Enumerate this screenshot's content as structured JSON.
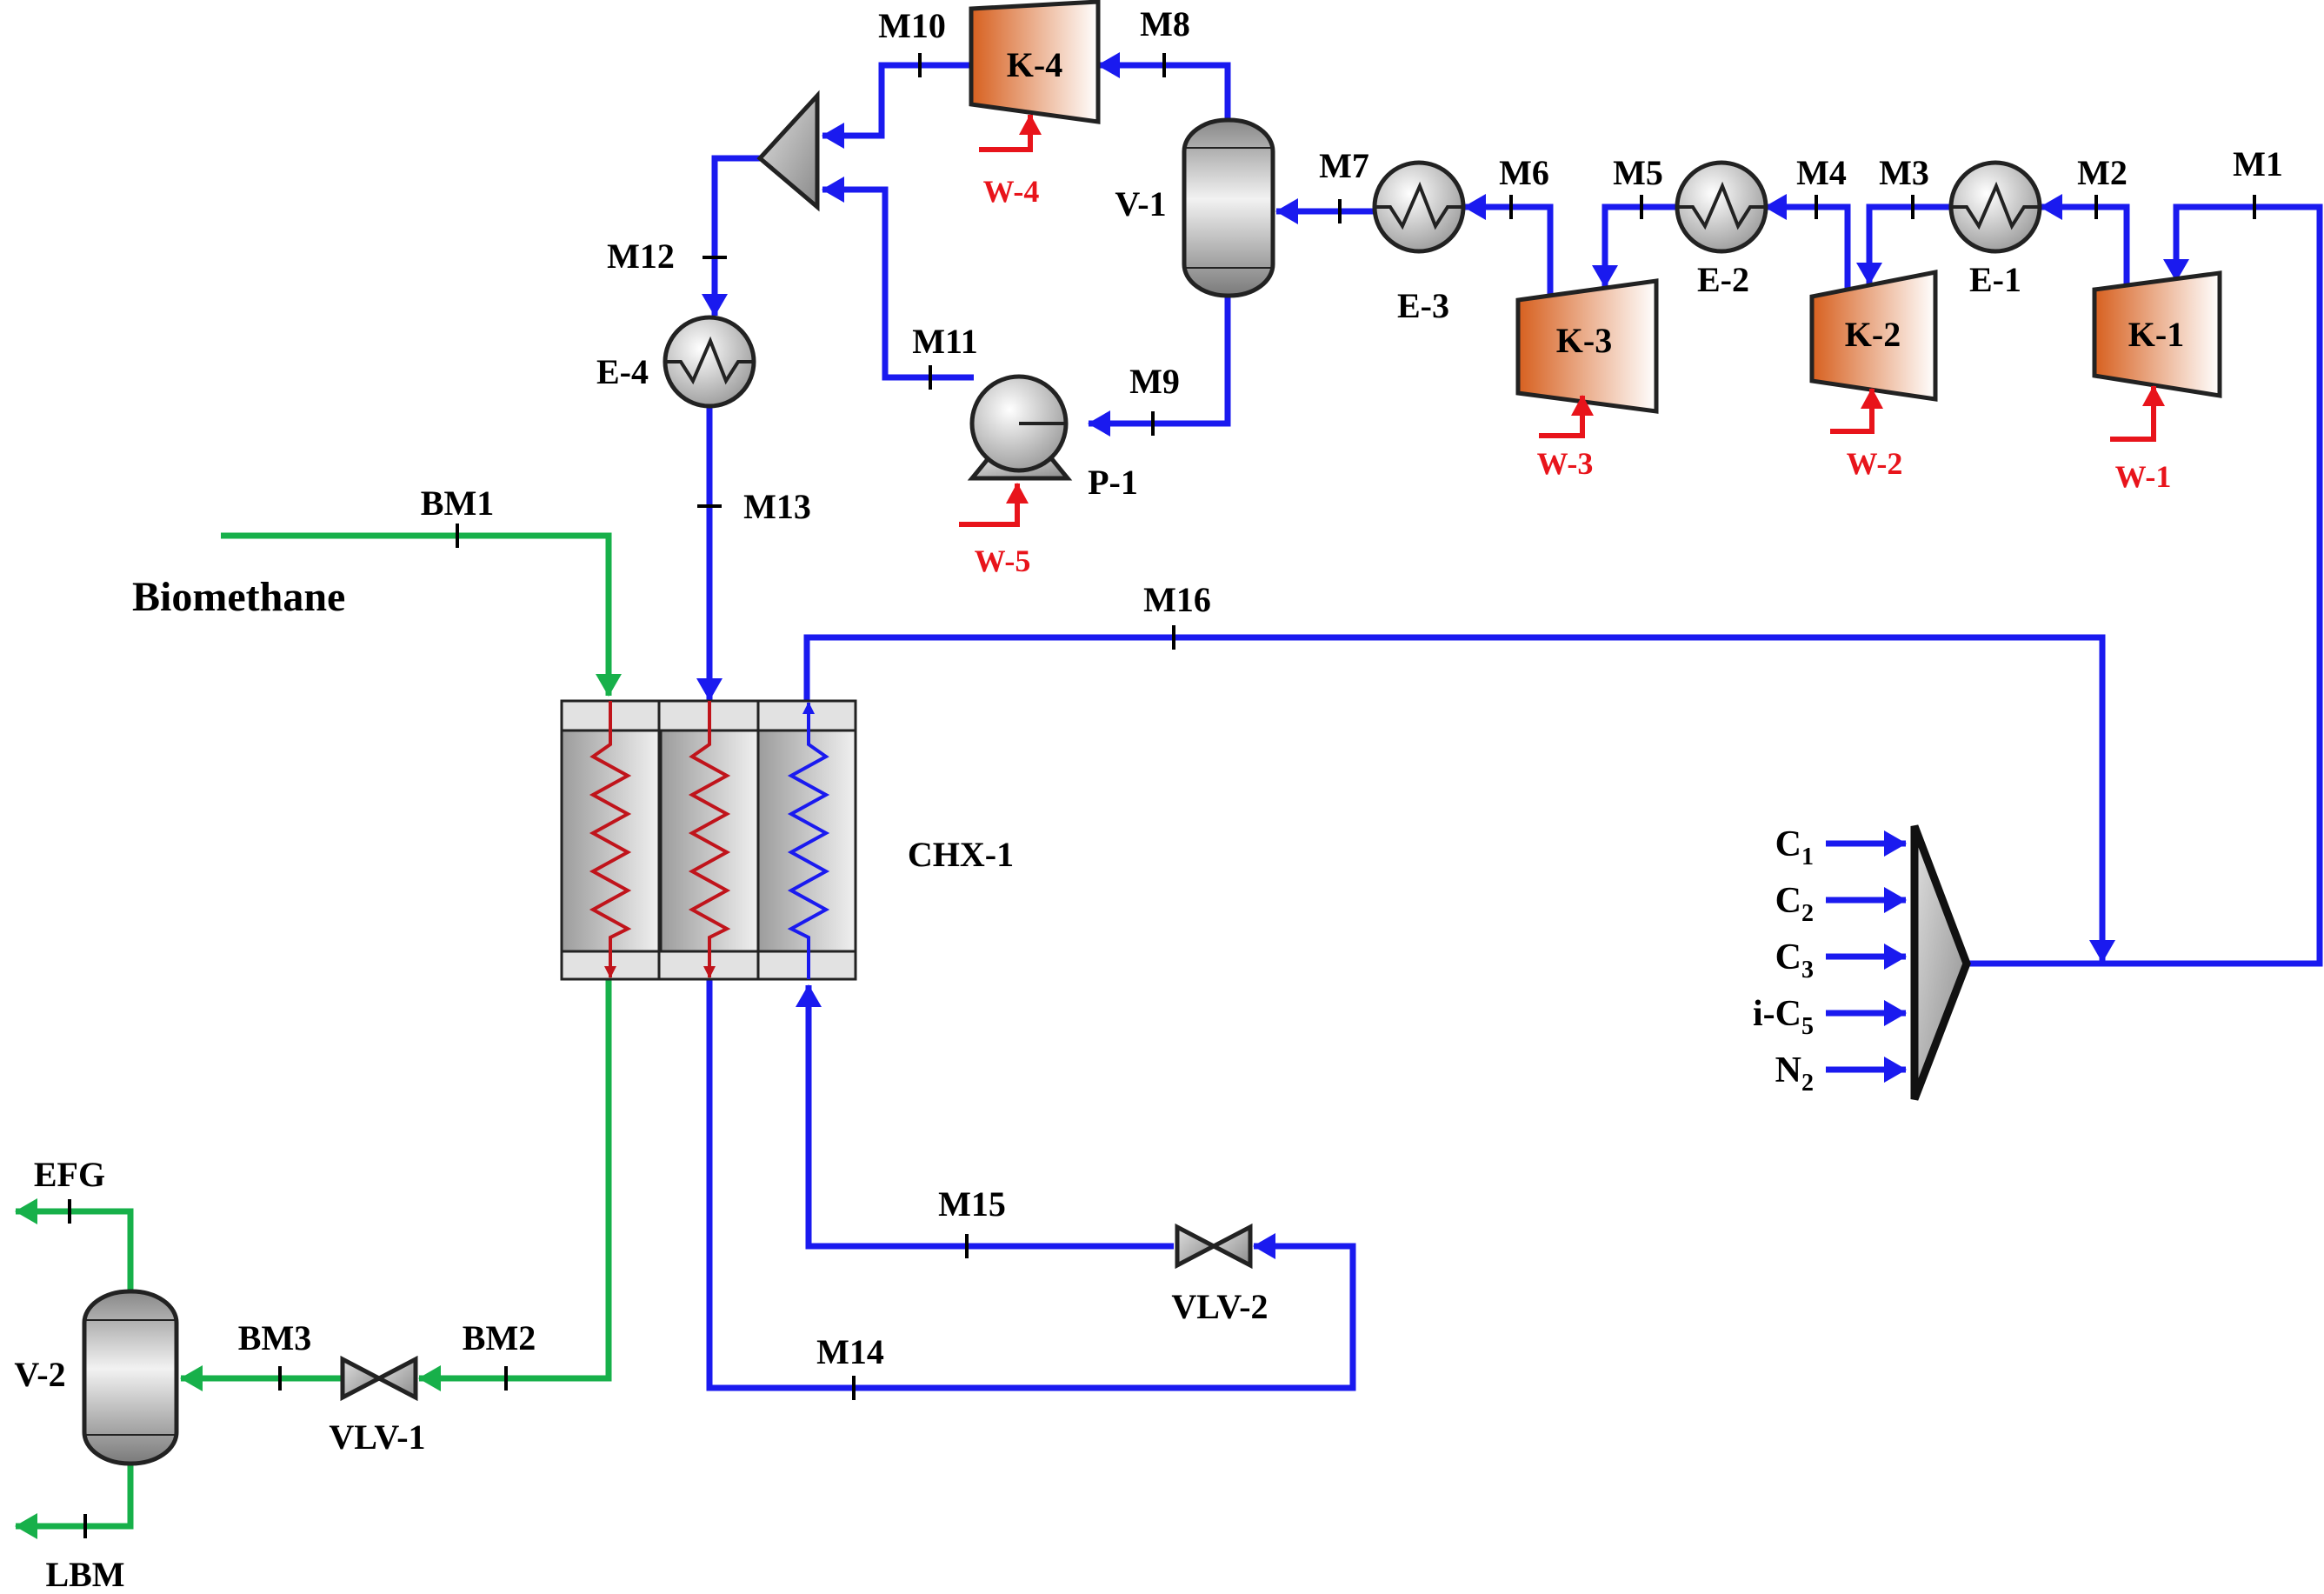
{
  "colors": {
    "mr_stream": "#1a1aef",
    "biomethane_stream": "#17b04a",
    "work_stream": "#e8141b",
    "hot_zigzag": "#c0141b",
    "cold_zigzag": "#1a1aef",
    "equipment_outline": "#222222",
    "compressor_fill": "#d7601f"
  },
  "labels": {
    "biomethane": "Biomethane",
    "chx1": "CHX-1",
    "efg": "EFG",
    "lbm": "LBM"
  },
  "streams": {
    "m1": "M1",
    "m2": "M2",
    "m3": "M3",
    "m4": "M4",
    "m5": "M5",
    "m6": "M6",
    "m7": "M7",
    "m8": "M8",
    "m9": "M9",
    "m10": "M10",
    "m11": "M11",
    "m12": "M12",
    "m13": "M13",
    "m14": "M14",
    "m15": "M15",
    "m16": "M16",
    "bm1": "BM1",
    "bm2": "BM2",
    "bm3": "BM3"
  },
  "equipment": {
    "k1": "K-1",
    "k2": "K-2",
    "k3": "K-3",
    "k4": "K-4",
    "e1": "E-1",
    "e2": "E-2",
    "e3": "E-3",
    "e4": "E-4",
    "v1": "V-1",
    "v2": "V-2",
    "p1": "P-1",
    "vlv1": "VLV-1",
    "vlv2": "VLV-2"
  },
  "work": {
    "w1": "W-1",
    "w2": "W-2",
    "w3": "W-3",
    "w4": "W-4",
    "w5": "W-5"
  },
  "feeds": [
    {
      "base": "C",
      "sub": "1"
    },
    {
      "base": "C",
      "sub": "2"
    },
    {
      "base": "C",
      "sub": "3"
    },
    {
      "base": "i-C",
      "sub": "5"
    },
    {
      "base": "N",
      "sub": "2"
    }
  ]
}
